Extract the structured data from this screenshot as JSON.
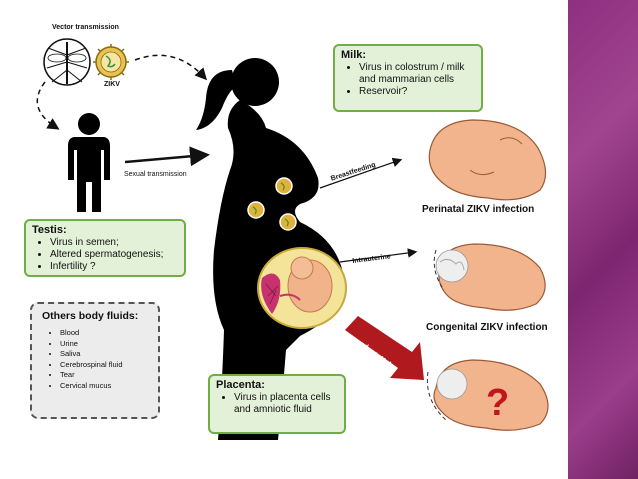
{
  "vector_transmission": "Vector transmission",
  "zikv_label": "ZIKV",
  "sexual_transmission": "Sexual transmission",
  "breastfeeding": "Breastfeeding",
  "intrauterine": "Intrauterine",
  "second_child": {
    "num": "2",
    "sup": "nd",
    "word": "child"
  },
  "perinatal_caption": "Perinatal ZIKV infection",
  "congenital_caption": "Congenital ZIKV infection",
  "question_mark": "?",
  "milk": {
    "title": "Milk:",
    "items": [
      "Virus in colostrum / milk and mammarian cells",
      "Reservoir?"
    ]
  },
  "testis": {
    "title": "Testis:",
    "items": [
      "Virus in semen;",
      "Altered spermatogenesis;",
      "Infertility ?"
    ]
  },
  "placenta": {
    "title": "Placenta:",
    "items": [
      "Virus in placenta cells and amniotic fluid"
    ]
  },
  "others": {
    "title": "Others body fluids:",
    "items": [
      "Blood",
      "Urine",
      "Saliva",
      "Cerebrospinal fluid",
      "Tear",
      "Cervical mucus"
    ]
  },
  "colors": {
    "box_fill": "#e3f1d8",
    "box_border": "#6fae44",
    "stripe": "#8e2f7f",
    "arrow_red": "#b0191e",
    "silhouette": "#000000",
    "virus": "#e0b23a"
  }
}
